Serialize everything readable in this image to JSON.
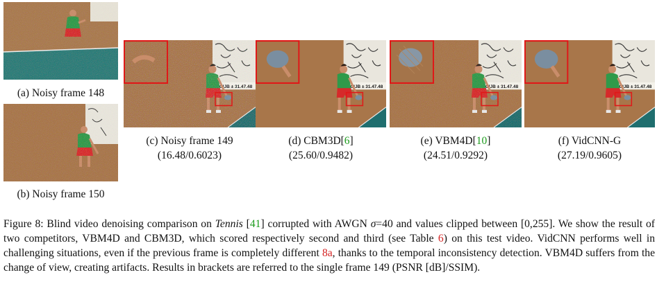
{
  "panels": {
    "a": {
      "caption": "(a) Noisy frame 148"
    },
    "b": {
      "caption": "(b) Noisy frame 150"
    },
    "c": {
      "caption_line1": "(c) Noisy frame 149",
      "caption_line2": "(16.48/0.6023)"
    },
    "d": {
      "caption_line1_pre": "(d) CBM3D[",
      "caption_ref": "6",
      "caption_line1_post": "]",
      "caption_line2": "(25.60/0.9482)"
    },
    "e": {
      "caption_line1_pre": "(e) VBM4D[",
      "caption_ref": "10",
      "caption_line1_post": "]",
      "caption_line2": "(24.51/0.9292)"
    },
    "f": {
      "caption_line1": "(f) VidCNN-G",
      "caption_line2": "(27.19/0.9605)"
    }
  },
  "figure_caption": {
    "t1": "Figure 8: Blind video denoising comparison on ",
    "t_italic": "Tennis",
    "t2": " [",
    "ref1": "41",
    "t3": "] corrupted with AWGN ",
    "sigma": "σ",
    "t4": "=40 and values clipped between [0,255]. We show the result of two competitors, VBM4D and CBM3D, which scored respectively second and third (see Table ",
    "ref2": "6",
    "t5": ") on this test video. VidCNN performs well in challenging situations, even if the previous frame is completely different ",
    "ref3": "8a",
    "t6": ", thanks to the temporal inconsistency detection. VBM4D suffers from the change of view, creating artifacts. Results in brackets are referred to the single frame 149 (PSNR [dB]/SSIM)."
  },
  "colors": {
    "wall": "#a8764a",
    "table": "#1f6e6e",
    "shirt": "#2f9a4a",
    "shorts": "#d62a2a",
    "zoom_box": "#e01818",
    "ref_green": "#1a9a1a",
    "ref_red": "#d42020"
  },
  "poster_text": "CIJB ± 31.47.48"
}
